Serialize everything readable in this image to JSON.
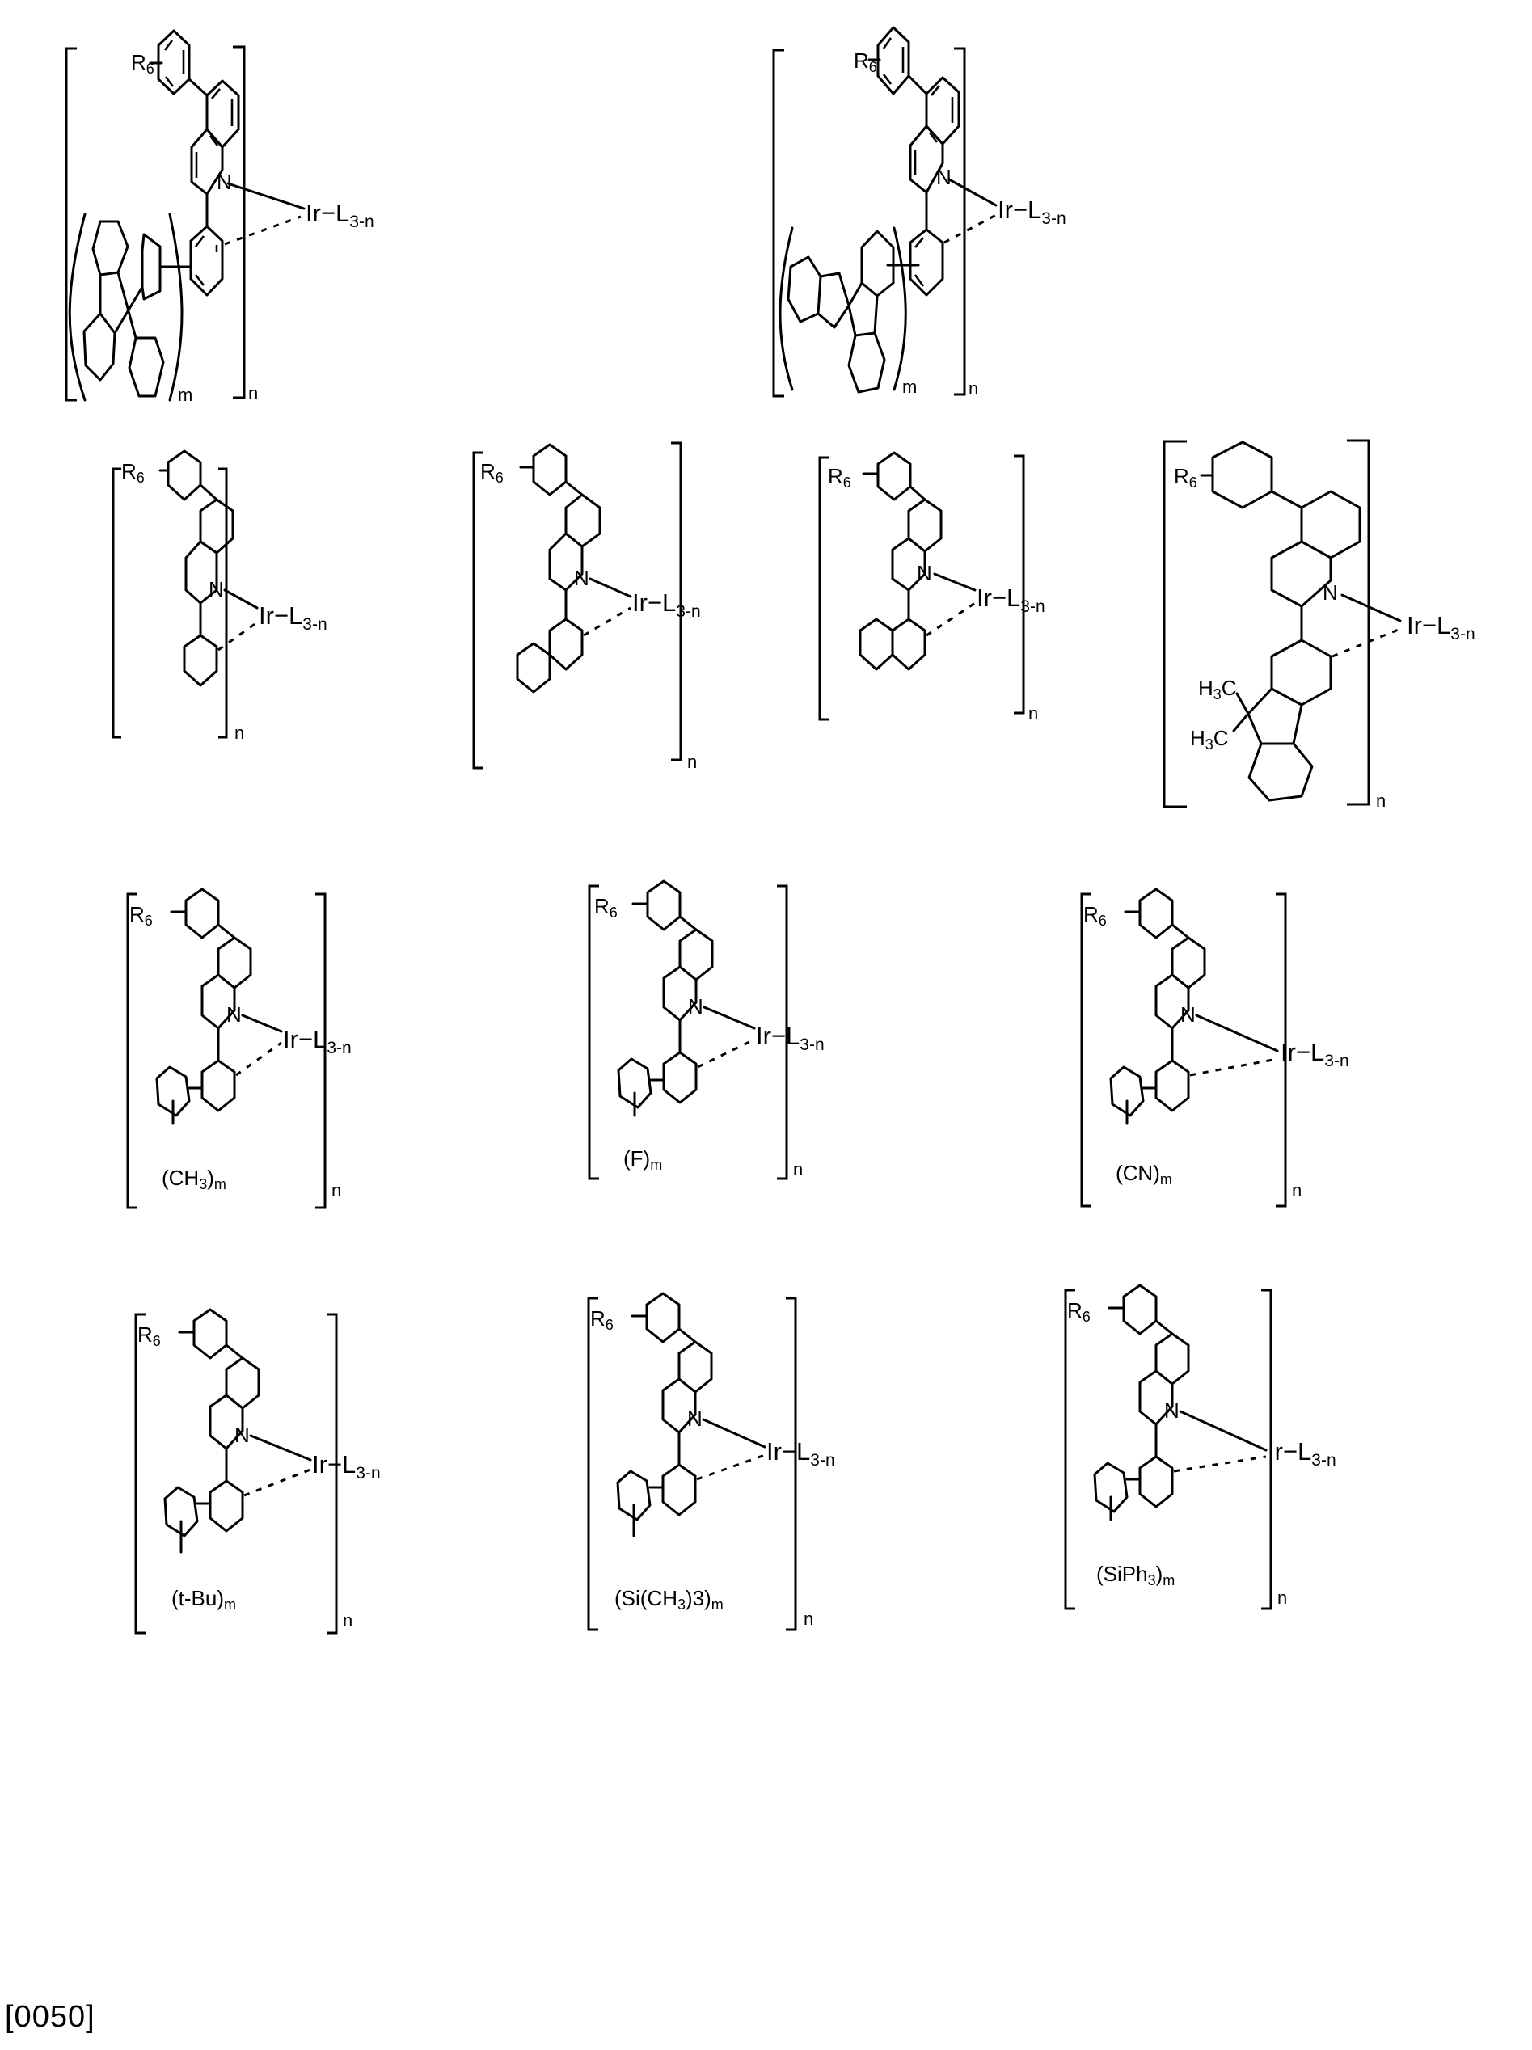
{
  "page": {
    "paragraph_number": "[0050]",
    "description": "Chemical structure diagrams of iridium complexes with 5-aryl-2-phenylquinoline ligands"
  },
  "common": {
    "r_label": "R",
    "r_sub": "6",
    "metal": "Ir",
    "ligand_dash": "−",
    "ligand": "L",
    "ligand_sub": "3-n",
    "n_label": "n",
    "m_label": "m",
    "n_atom": "N"
  },
  "structures": [
    {
      "id": 1,
      "substituent": "spirobifluorene",
      "substituent_label": "",
      "has_m": true
    },
    {
      "id": 2,
      "substituent": "spiro[indane-fluorene]",
      "substituent_label": "",
      "has_m": true
    },
    {
      "id": 3,
      "substituent": "phenyl",
      "substituent_label": "",
      "has_m": false
    },
    {
      "id": 4,
      "substituent": "2-naphthyl",
      "substituent_label": "",
      "has_m": false
    },
    {
      "id": 5,
      "substituent": "1-naphthyl",
      "substituent_label": "",
      "has_m": false
    },
    {
      "id": 6,
      "substituent": "9,9-dimethylfluorene",
      "substituent_label": "H3C",
      "has_m": false
    },
    {
      "id": 7,
      "substituent": "biphenyl-CH3",
      "group": "(CH",
      "group_sub": "3",
      "group_close": ")",
      "has_m": true
    },
    {
      "id": 8,
      "substituent": "biphenyl-F",
      "group": "(F)",
      "group_sub": "",
      "group_close": "",
      "has_m": true
    },
    {
      "id": 9,
      "substituent": "biphenyl-CN",
      "group": "(CN)",
      "group_sub": "",
      "group_close": "",
      "has_m": true
    },
    {
      "id": 10,
      "substituent": "biphenyl-tBu",
      "group": "(t-Bu)",
      "group_sub": "",
      "group_close": "",
      "has_m": true
    },
    {
      "id": 11,
      "substituent": "biphenyl-SiMe3",
      "group": "(Si(CH",
      "group_sub": "3",
      "group_close": ")3)",
      "has_m": true
    },
    {
      "id": 12,
      "substituent": "biphenyl-SiPh3",
      "group": "(SiPh",
      "group_sub": "3",
      "group_close": ")",
      "has_m": true
    }
  ],
  "methyl": {
    "h": "H",
    "sub": "3",
    "c": "C"
  }
}
